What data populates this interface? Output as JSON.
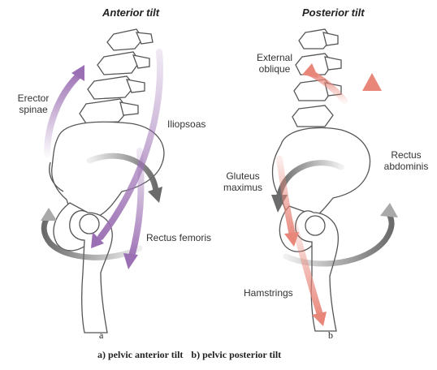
{
  "panels": {
    "a": {
      "title": "Anterior tilt",
      "letter": "a",
      "labels": {
        "erector_1": "Erector",
        "erector_2": "spinae",
        "iliopsoas": "Iliopsoas",
        "rectus_femoris": "Rectus femoris"
      },
      "arrow_color": "#9b6fb3"
    },
    "b": {
      "title": "Posterior tilt",
      "letter": "b",
      "labels": {
        "external_1": "External",
        "external_2": "oblique",
        "rectus_abd_1": "Rectus",
        "rectus_abd_2": "abdominis",
        "gluteus_1": "Gluteus",
        "gluteus_2": "maximus",
        "hamstrings": "Hamstrings"
      },
      "arrow_color": "#e8867a"
    }
  },
  "caption": {
    "a": "a) pelvic anterior tilt",
    "b": "b) pelvic posterior tilt"
  },
  "colors": {
    "bone_outline": "#555555",
    "bone_fill": "#ffffff",
    "rotation_arrow": "#6b6b6b"
  }
}
